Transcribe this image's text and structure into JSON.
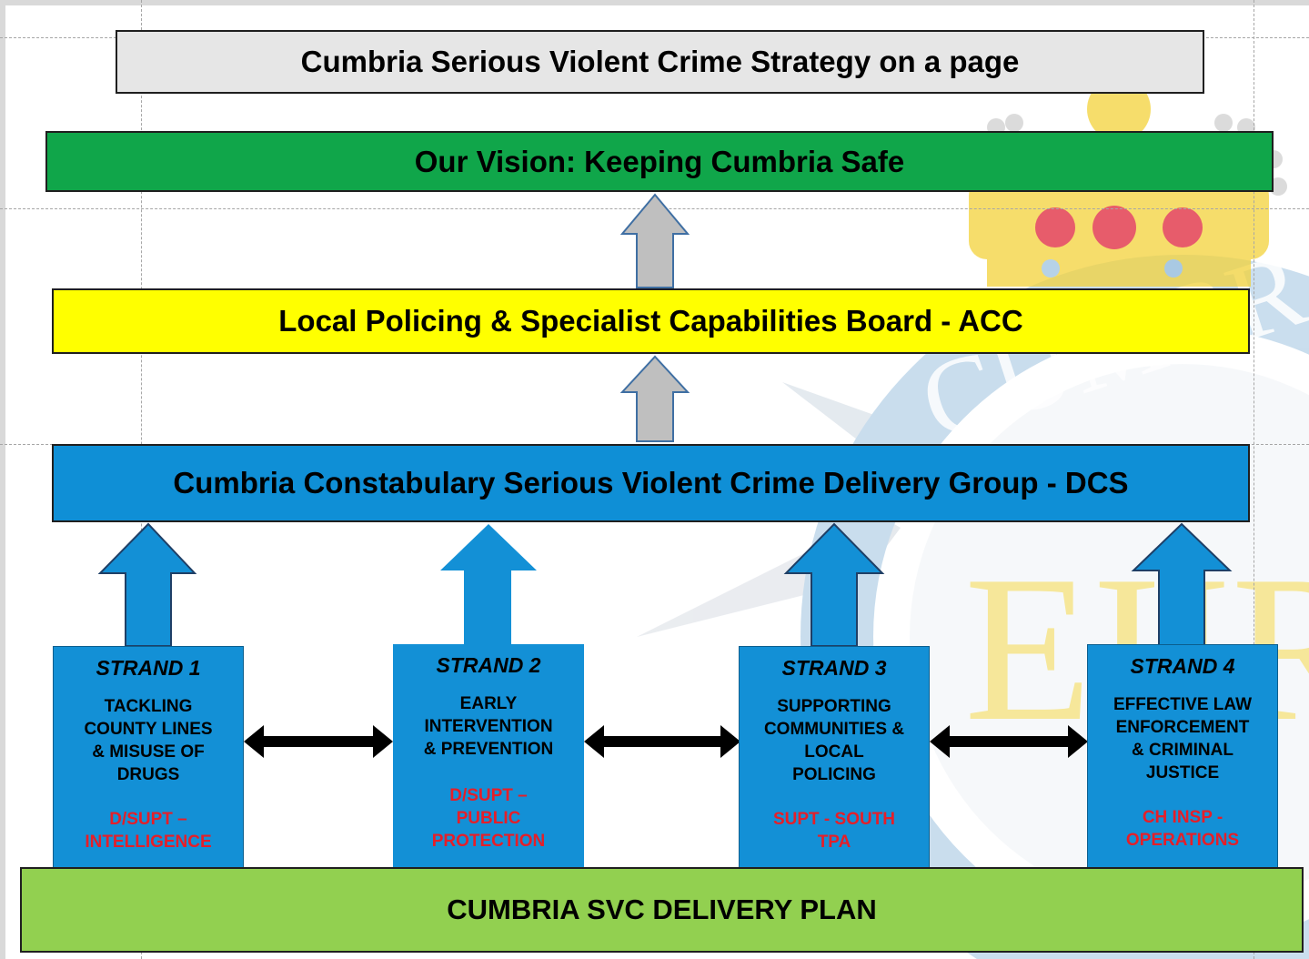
{
  "title": "Cumbria Serious Violent Crime Strategy on a page",
  "vision": "Our Vision: Keeping Cumbria Safe",
  "board": "Local Policing & Specialist Capabilities Board - ACC",
  "delivery_group": "Cumbria Constabulary Serious Violent Crime Delivery Group - DCS",
  "delivery_plan": "CUMBRIA SVC DELIVERY PLAN",
  "strands": [
    {
      "title": "STRAND 1",
      "desc": "TACKLING\nCOUNTY LINES\n& MISUSE OF\nDRUGS",
      "lead": "D/SUPT –\nINTELLIGENCE"
    },
    {
      "title": "STRAND 2",
      "desc": "EARLY\nINTERVENTION\n& PREVENTION",
      "lead": "D/SUPT –\nPUBLIC\nPROTECTION"
    },
    {
      "title": "STRAND 3",
      "desc": "SUPPORTING\nCOMMUNITIES &\nLOCAL\nPOLICING",
      "lead": "SUPT  - SOUTH\nTPA"
    },
    {
      "title": "STRAND 4",
      "desc": "EFFECTIVE LAW\nENFORCEMENT\n& CRIMINAL\nJUSTICE",
      "lead": "CH INSP -\nOPERATIONS"
    }
  ],
  "watermark": {
    "text": "CUMBRIA",
    "cipher": "EIIR",
    "colors": {
      "crown": "#f3d23a",
      "jewel": "#e0263a",
      "star": "#c9d8e6",
      "cipher": "#f7e58a"
    }
  },
  "colors": {
    "title_bg": "#e6e6e6",
    "vision_bg": "#10a64a",
    "board_bg": "#ffff00",
    "group_bg": "#0f8fd6",
    "strand_bg": "#1390d6",
    "plan_bg": "#92d050",
    "lead_text": "#e61e28",
    "gray_arrow": "#bfbfbf",
    "blue_arrow": "#0f8fd6"
  }
}
